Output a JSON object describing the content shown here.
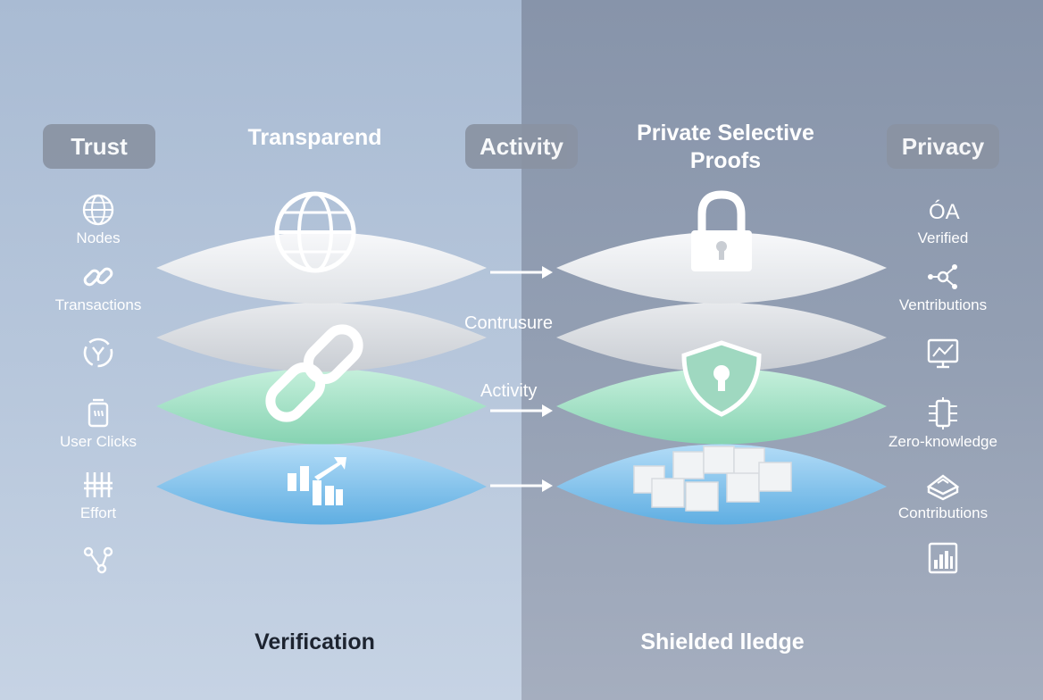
{
  "pills": {
    "trust": "Trust",
    "activity": "Activity",
    "privacy": "Privacy"
  },
  "headings": {
    "transparent": "Transparend",
    "private_line1": "Private Selective",
    "private_line2": "Proofs"
  },
  "left_items": [
    {
      "icon": "globe-icon",
      "label": "Nodes"
    },
    {
      "icon": "link-icon",
      "label": "Transactions"
    },
    {
      "icon": "cycle-icon",
      "label": ""
    },
    {
      "icon": "trash-icon",
      "label": "User Clicks"
    },
    {
      "icon": "sliders-icon",
      "label": "Effort"
    },
    {
      "icon": "share-icon",
      "label": ""
    }
  ],
  "right_items": [
    {
      "icon": "ab-icon",
      "label": "Verified"
    },
    {
      "icon": "network-icon",
      "label": "Ventributions"
    },
    {
      "icon": "monitor-chart-icon",
      "label": ""
    },
    {
      "icon": "circuit-icon",
      "label": "Zero-knowledge"
    },
    {
      "icon": "tray-icon",
      "label": "Contributions"
    },
    {
      "icon": "bar-chart-icon",
      "label": ""
    }
  ],
  "middle_labels": {
    "contrusure": "Contrusure",
    "activity": "Activity"
  },
  "footers": {
    "left": "Verification",
    "right": "Shielded lledge"
  },
  "colors": {
    "layer_white": "#eef0f3",
    "layer_gray": "#dcdfe3",
    "layer_green": "#a9e3c8",
    "layer_blue": "#8fc4ea"
  }
}
